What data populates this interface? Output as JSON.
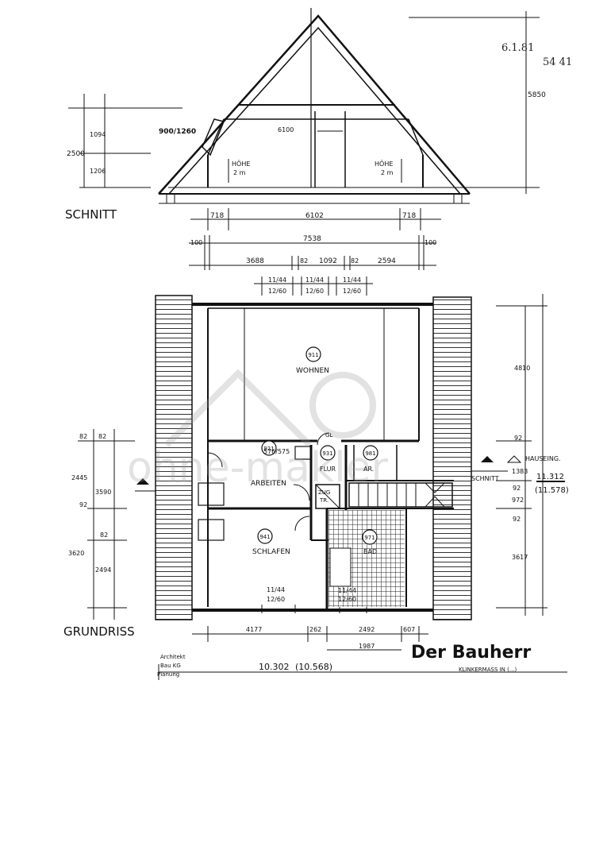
{
  "section": {
    "title": "SCHNITT",
    "date_note": "6.1.81",
    "note2": "54 41",
    "dim_total_height": "5850",
    "dim_2500": "2500",
    "dim_1094": "1094",
    "dim_1206": "1206",
    "dim_roof": "900/1260",
    "dim_inner": "6100",
    "height_left": "HÖHE\n2 m",
    "height_right": "HÖHE\n2 m",
    "dim_718_left": "718",
    "dim_6102": "6102",
    "dim_718_right": "718"
  },
  "top_dims": {
    "d100_left": "100",
    "d7538": "7538",
    "d100_right": "100",
    "d3688": "3688",
    "d82a": "82",
    "d1092": "1092",
    "d82b": "82",
    "d2594": "2594",
    "win1a": "11/44",
    "win1b": "12/60",
    "win2a": "11/44",
    "win2b": "12/60",
    "win3a": "11/44",
    "win3b": "12/60"
  },
  "rooms": {
    "wohnen_no": "911",
    "wohnen": "WOHNEN",
    "arbeiten_no": "921",
    "arbeiten": "ARBEITEN",
    "flur_no": "931",
    "flur": "FLUR",
    "ar_no": "981",
    "ar": "AR.",
    "schlafen_no": "941",
    "schlafen": "SCHLAFEN",
    "bad_no": "971",
    "bad": "BAD",
    "zug_tr": "ZUG\nTR.",
    "gl": "GL",
    "door_dim": "576/575"
  },
  "left_dims": {
    "d82a": "82",
    "d82b": "82",
    "d2445": "2445",
    "d3590": "3590",
    "d92": "92",
    "d82c": "82",
    "d3620": "3620",
    "d2494": "2494"
  },
  "right_dims": {
    "d4810": "4810",
    "d92a": "92",
    "hauseing": "HAUSEING.",
    "schnitt": "SCHNITT",
    "d1383": "1383",
    "d11312": "11.312",
    "d11578": "(11.578)",
    "d92b": "92",
    "d972": "972",
    "d92c": "92",
    "d3617": "3617"
  },
  "floor_plan": {
    "title": "GRUNDRISS",
    "win_sch_a": "11/44",
    "win_sch_b": "12/60",
    "win_bad_a": "11/44",
    "win_bad_b": "12/60",
    "b4177": "4177",
    "b262": "262",
    "b2492": "2492",
    "b607": "607",
    "b1987": "1987",
    "total": "10.302",
    "total_paren": "(10.568)",
    "signature": "Der Bauherr",
    "klinker": "KLINKERMASS IN (...)",
    "stamp1": "Architekt",
    "stamp2": "Bau KG",
    "stamp3": "Planung"
  },
  "watermark": "ohne-makler"
}
